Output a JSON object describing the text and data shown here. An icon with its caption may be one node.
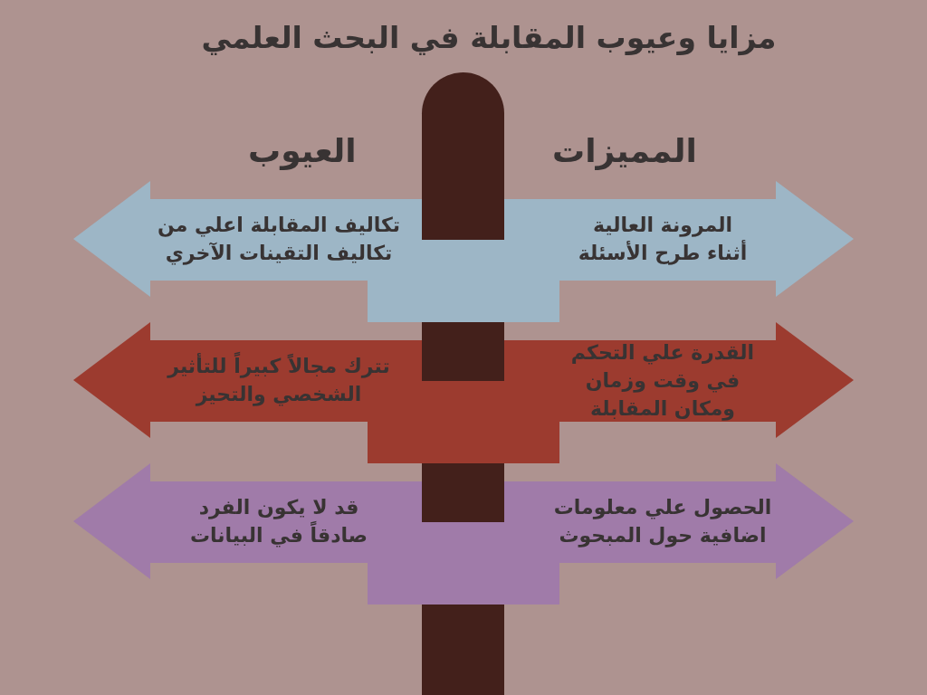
{
  "diagram": {
    "title": "مزايا وعيوب المقابلة في البحث العلمي",
    "nodes": [
      {
        "text": [
          "المرونة العالية أثناء طرح الأسئلة"
        ]
      },
      {
        "text": [
          "تكاليف المقابلة اعلي من تكاليف التقينات الآخري"
        ]
      },
      {
        "text": [
          "القدرة علي التحكم في وقت وزمان ومكان المقابلة"
        ]
      },
      {
        "text": [
          "تترك مجالاً كبيراً للتأثير الشخصي والتحيز"
        ]
      },
      {
        "text": [
          "الحصول علي معلومات اضافية حول المبحوث"
        ]
      },
      {
        "text": [
          "قد لا يكون الفرد صادقاً في البيانات"
        ]
      }
    ],
    "labels": [
      "المميزات",
      "العيوب"
    ]
  }
}
